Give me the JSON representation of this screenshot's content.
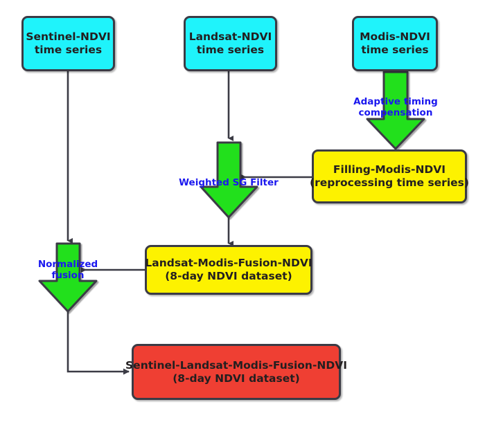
{
  "diagram": {
    "title": "NDVI multi-sensor fusion workflow",
    "colors": {
      "source_fill": "#1ff3fb",
      "process_fill": "#fdf200",
      "final_fill": "#ef3f33",
      "arrow_fill": "#22e01d",
      "node_stroke": "#3b3b45",
      "label_text": "#1a17ef",
      "connector": "#3b3b45",
      "background": "#ffffff"
    },
    "nodes": [
      {
        "id": "sentinel-source",
        "line1": "Sentinel-NDVI",
        "line2": "time series",
        "kind": "source"
      },
      {
        "id": "landsat-source",
        "line1": "Landsat-NDVI",
        "line2": "time series",
        "kind": "source"
      },
      {
        "id": "modis-source",
        "line1": "Modis-NDVI",
        "line2": "time series",
        "kind": "source"
      },
      {
        "id": "filling-modis",
        "line1": "Filling-Modis-NDVI",
        "line2": "(reprocessing time series)",
        "kind": "process"
      },
      {
        "id": "landsat-modis-fusion",
        "line1": "Landsat-Modis-Fusion-NDVI",
        "line2": "(8-day NDVI dataset)",
        "kind": "process"
      },
      {
        "id": "sentinel-landsat-modis-fusion",
        "line1": "Sentinel-Landsat-Modis-Fusion-NDVI",
        "line2": "(8-day NDVI dataset)",
        "kind": "final"
      }
    ],
    "process_labels": [
      {
        "id": "adaptive-timing-compensation",
        "line1": "Adaptive timing",
        "line2": "compensation"
      },
      {
        "id": "weighted-sg-filter",
        "line1": "Weighted SG Filter",
        "line2": ""
      },
      {
        "id": "normalized-fusion",
        "line1": "Normalized",
        "line2": "fusion"
      }
    ]
  }
}
